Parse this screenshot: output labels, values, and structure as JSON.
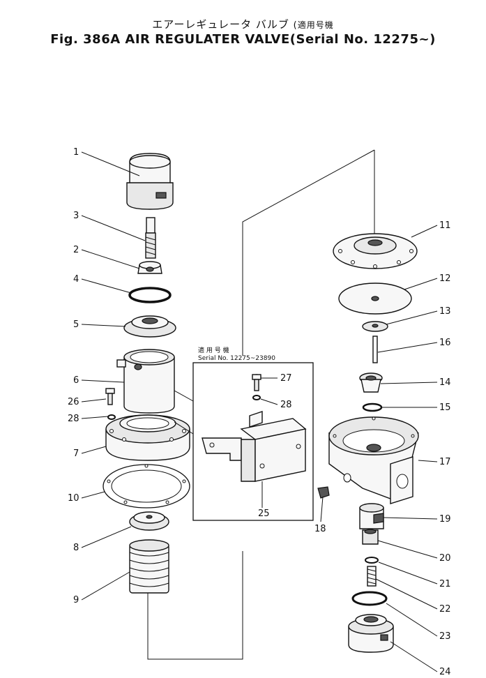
{
  "title": {
    "japanese": "エアーレギュレータ バルブ",
    "english": "Fig. 386A AIR REGULATER VALVE",
    "applicability_jp": "適用号機",
    "serial": "Serial No. 12275~"
  },
  "inset": {
    "applicability_jp": "適 用 号 機",
    "serial": "Serial No. 12275~23890"
  },
  "callouts": [
    "1",
    "2",
    "3",
    "4",
    "5",
    "6",
    "7",
    "8",
    "9",
    "10",
    "11",
    "12",
    "13",
    "14",
    "15",
    "16",
    "17",
    "18",
    "19",
    "20",
    "21",
    "22",
    "23",
    "24",
    "25",
    "26",
    "27",
    "28",
    "28"
  ]
}
